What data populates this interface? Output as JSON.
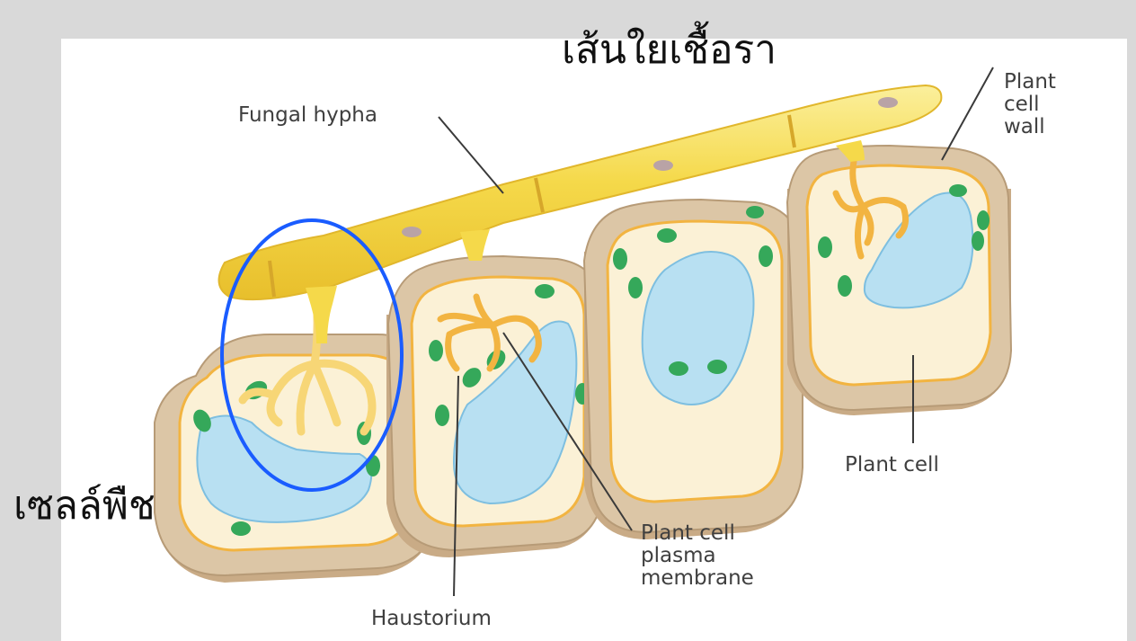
{
  "titles": {
    "fungal_hypha_th": "เส้นใยเชื้อรา",
    "plant_cell_th": "เซลล์พืช"
  },
  "labels": {
    "fungal_hypha": "Fungal hypha",
    "plant_cell_wall": [
      "Plant",
      "cell",
      "wall"
    ],
    "plant_cell": "Plant cell",
    "plasma_membrane": [
      "Plant cell",
      "plasma",
      "membrane"
    ],
    "haustorium": "Haustorium"
  },
  "colors": {
    "background": "#d9d9d9",
    "panel": "#ffffff",
    "cell_wall": "#dcc6a6",
    "cell_wall_side": "#c9ab86",
    "cytoplasm": "#fbf1d6",
    "membrane": "#f2b441",
    "vacuole": "#b8e0f2",
    "chloroplast": "#35a85a",
    "hypha": "#f5d94a",
    "hypha_highlight": "#fbef9c",
    "haustorium": "#f7d676",
    "highlight_circle": "#1a5cff"
  }
}
